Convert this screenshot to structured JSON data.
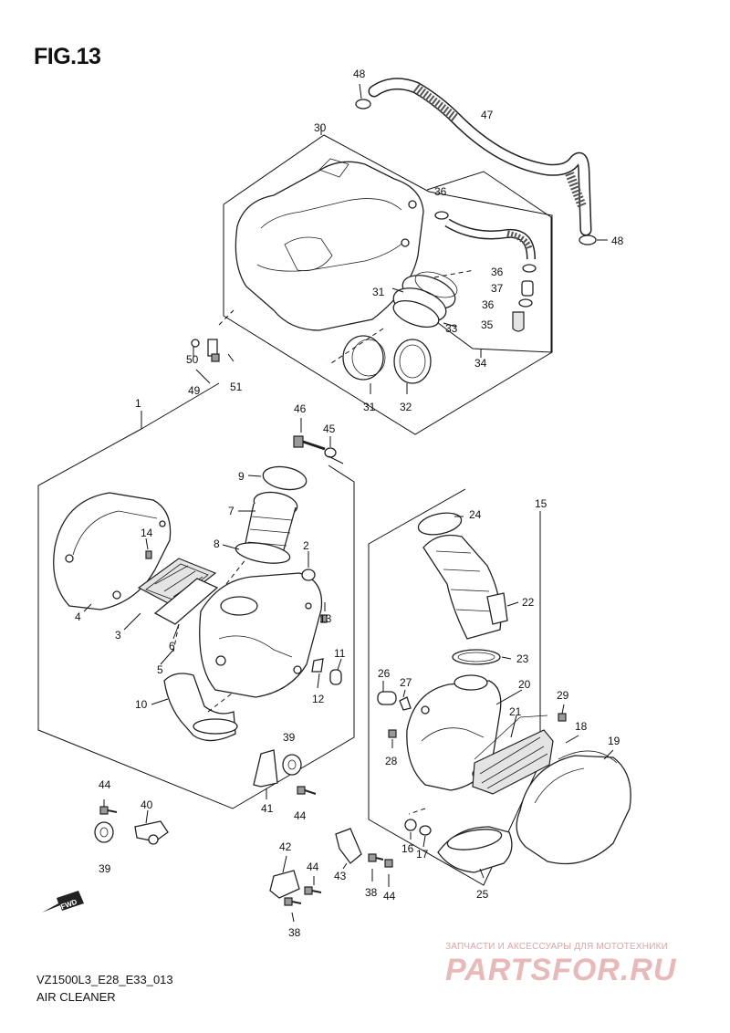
{
  "figure": {
    "title": "FIG.13",
    "model_code": "VZ1500L3_E28_E33_013",
    "section_name": "AIR CLEANER"
  },
  "watermark": {
    "tagline": "ЗАПЧАСТИ И АКСЕССУАРЫ ДЛЯ МОТОТЕХНИКИ",
    "logo": "PARTSFOR.RU"
  },
  "direction_badge": "FWD",
  "callouts": {
    "c1": "1",
    "c2": "2",
    "c3": "3",
    "c4": "4",
    "c5": "5",
    "c6": "6",
    "c7": "7",
    "c8": "8",
    "c9": "9",
    "c10": "10",
    "c11": "11",
    "c12": "12",
    "c13": "13",
    "c14": "14",
    "c15": "15",
    "c16": "16",
    "c17": "17",
    "c18": "18",
    "c19": "19",
    "c20": "20",
    "c21": "21",
    "c22": "22",
    "c23": "23",
    "c24": "24",
    "c25": "25",
    "c26": "26",
    "c27": "27",
    "c28": "28",
    "c29": "29",
    "c30": "30",
    "c31a": "31",
    "c31b": "31",
    "c32": "32",
    "c33": "33",
    "c34": "34",
    "c35": "35",
    "c36a": "36",
    "c36b": "36",
    "c36c": "36",
    "c37": "37",
    "c38a": "38",
    "c38b": "38",
    "c39a": "39",
    "c39b": "39",
    "c40": "40",
    "c41": "41",
    "c42": "42",
    "c43": "43",
    "c44a": "44",
    "c44b": "44",
    "c44c": "44",
    "c44d": "44",
    "c45": "45",
    "c46": "46",
    "c47": "47",
    "c48a": "48",
    "c48b": "48",
    "c49": "49",
    "c50": "50",
    "c51": "51"
  }
}
